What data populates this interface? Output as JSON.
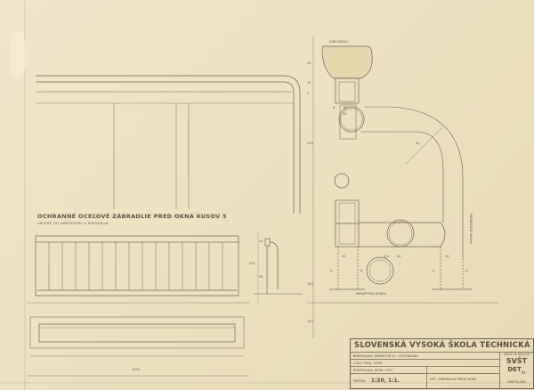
{
  "drawing": {
    "heading": "OCHRANNÉ OCEĽOVÉ ZÁBRADLIE PRED OKNÁ KUSOV 5",
    "subheading": "URČENÉ DO AMFITEÁTRU A PREDSÁLIA",
    "labels": {
      "handrail": "DUB MADLO",
      "window_sill": "PARAPETNÁ DOSKA",
      "section_a": "A-A'",
      "a1": "A",
      "a2": "A'",
      "a3": "A",
      "a4": "A'",
      "side_note": "PARAPETNÁ HRANA"
    },
    "dimensions": [
      "40",
      "15",
      "5",
      "6",
      "18",
      "30",
      "950",
      "40",
      "30",
      "80",
      "30",
      "100",
      "150",
      "2650",
      "950",
      "40",
      "30"
    ]
  },
  "title_block": {
    "institution": "SLOVENSKÁ VYSOKÁ ŠKOLA TECHNICKÁ",
    "row1": "BRATISLAVA, NÁMESTIE KL. GOTTWALDA",
    "row2": "ČÍSLO PROJ. VÝKR.",
    "row3": "BRATISLAVA, APRÍL 1951",
    "scale_label": "MIERKA",
    "scale_value": "1:20, 1:1.",
    "subject": "DET. ZÁBRADLIA PRED OKNÁ",
    "archive": "ARCH. B. BELLUŠ",
    "code1": "SVŠT",
    "code2": "DET",
    "code2_sub": "21",
    "city": "BRATISLAVA"
  }
}
